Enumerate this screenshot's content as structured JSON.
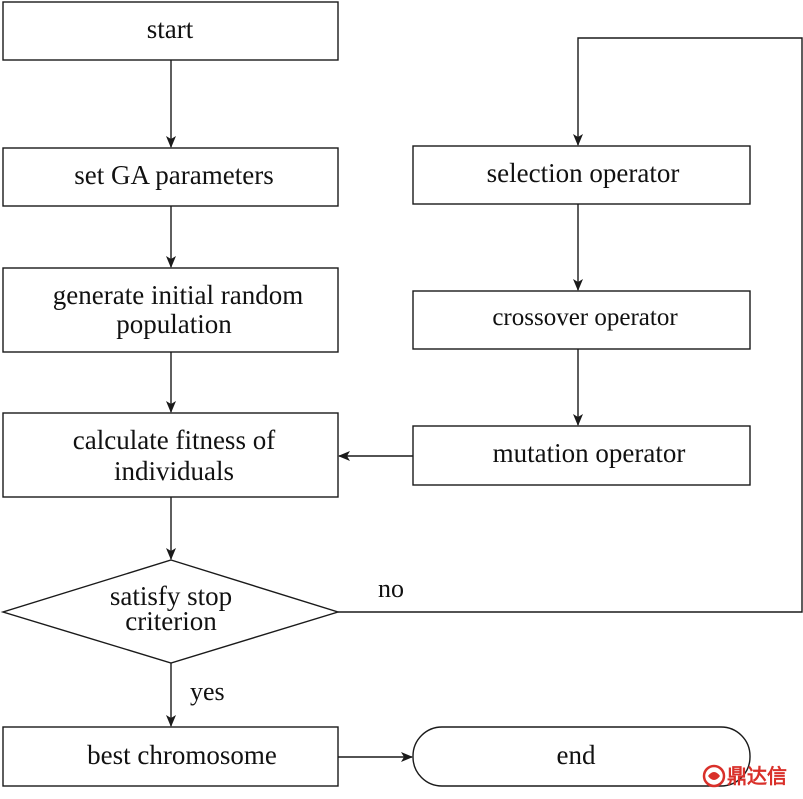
{
  "nodes": {
    "start": "start",
    "set_params": "set GA parameters",
    "generate": [
      "generate initial random",
      "population"
    ],
    "fitness": [
      "calculate fitness of",
      "individuals"
    ],
    "decision": [
      "satisfy stop",
      "criterion"
    ],
    "best": "best chromosome",
    "end": "end",
    "selection": "selection operator",
    "crossover": "crossover operator",
    "mutation": "mutation operator"
  },
  "edges": {
    "no": "no",
    "yes": "yes"
  },
  "watermark": {
    "text": "鼎达信",
    "color": "#d9302a"
  }
}
